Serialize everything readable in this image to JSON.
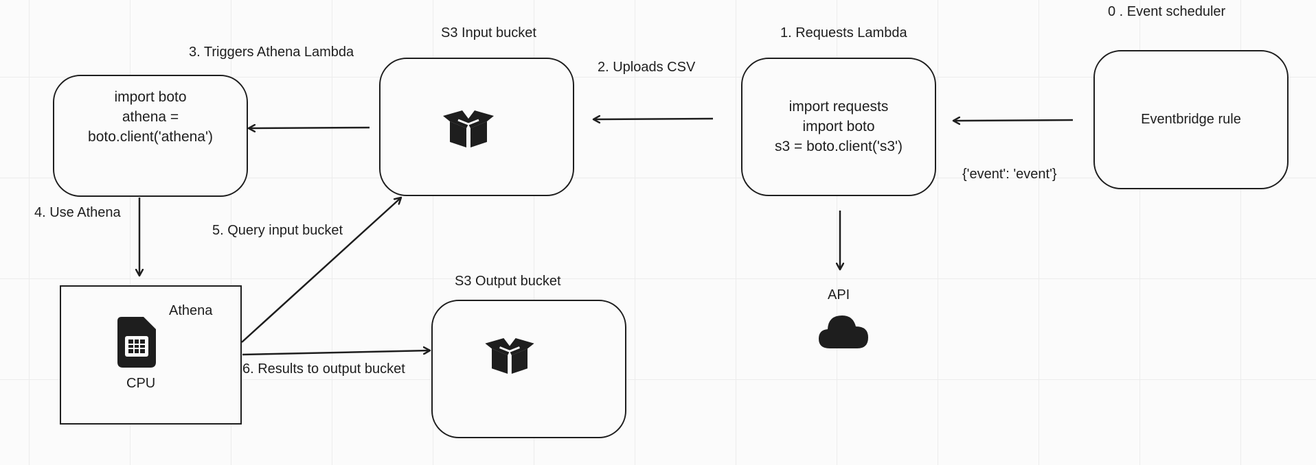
{
  "scheduler": {
    "heading": "0 . Event scheduler",
    "box_label": "Eventbridge rule",
    "payload": "{'event': 'event'}"
  },
  "requests_lambda": {
    "heading": "1. Requests Lambda",
    "code": [
      "import requests",
      "import boto",
      "s3 = boto.client('s3')"
    ]
  },
  "uploads_csv": "2. Uploads CSV",
  "s3_input": {
    "heading": "S3 Input bucket",
    "icon": "bucket-box-icon"
  },
  "athena_lambda": {
    "heading": "3. Triggers Athena Lambda",
    "code": [
      "import boto",
      "athena =",
      "boto.client('athena')"
    ]
  },
  "use_athena": "4.  Use Athena",
  "athena": {
    "title": "Athena",
    "icon": "cpu-chip-icon",
    "caption": "CPU"
  },
  "query_input": "5.  Query input bucket",
  "results_output": "6. Results to output bucket",
  "s3_output": {
    "heading": "S3 Output bucket",
    "icon": "bucket-box-icon"
  },
  "api": {
    "label": "API",
    "icon": "cloud-icon"
  },
  "colors": {
    "stroke": "#1e1e1e",
    "background": "#fbfbfb",
    "grid": "#ececec"
  }
}
